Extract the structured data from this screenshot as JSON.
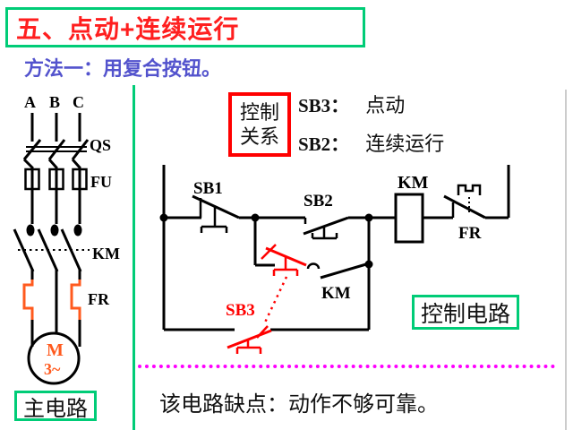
{
  "colors": {
    "box_green": "#00cc77",
    "title_red": "#ff1f1f",
    "subtitle_blue": "#5353cd",
    "circuit_red": "#ff0000",
    "heater_orange": "#ff5a1e",
    "divider_magenta": "#ff00ff"
  },
  "title": "五、点动+连续运行",
  "subtitle": "方法一：用复合按钮。",
  "relation_box": {
    "line1": "控制",
    "line2": "关系"
  },
  "legend": [
    {
      "key": "SB3：",
      "value": "点动"
    },
    {
      "key": "SB2：",
      "value": "连续运行"
    }
  ],
  "main_circuit": {
    "phase_a": "A",
    "phase_b": "B",
    "phase_c": "C",
    "qs": "QS",
    "fu": "FU",
    "km": "KM",
    "fr": "FR",
    "motor": "M",
    "motor_sub": "3~",
    "caption": "主电路"
  },
  "control_circuit": {
    "sb1": "SB1",
    "sb2": "SB2",
    "sb3": "SB3",
    "km_coil": "KM",
    "km_aux": "KM",
    "fr": "FR",
    "caption": "控制电路"
  },
  "footer": "该电路缺点：动作不够可靠。"
}
